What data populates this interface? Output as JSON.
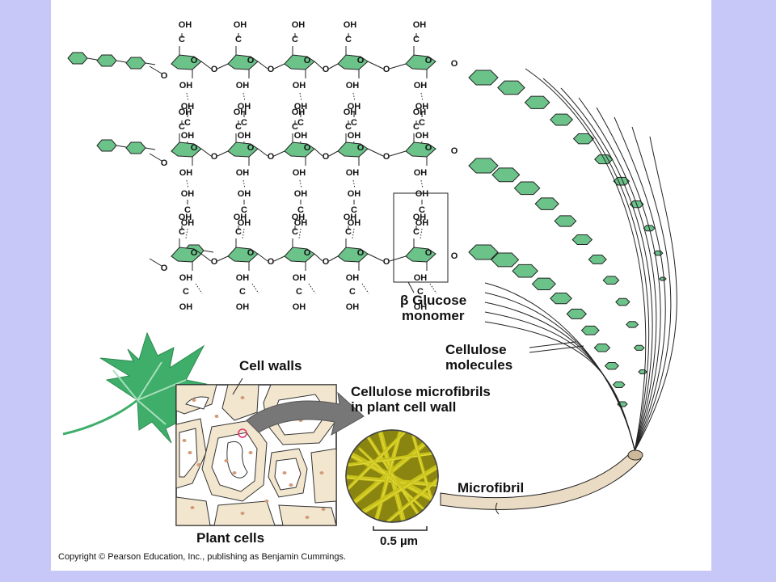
{
  "labels": {
    "beta_glucose_line1": "β Glucose",
    "beta_glucose_line2": "monomer",
    "cellulose_molecules_line1": "Cellulose",
    "cellulose_molecules_line2": "molecules",
    "cell_walls": "Cell walls",
    "microfibrils_line1": "Cellulose microfibrils",
    "microfibrils_line2": "in plant cell wall",
    "microfibril": "Microfibril",
    "plant_cells": "Plant cells",
    "scale_bar": "0.5 µm"
  },
  "chem": {
    "oh": "OH",
    "c": "C",
    "o": "O"
  },
  "copyright": "Copyright © Pearson Education, Inc., publishing as Benjamin Cummings.",
  "colors": {
    "background": "#c8c8f8",
    "glucose_ring": "#6cc38a",
    "leaf": "#3fae6a",
    "cell_wall": "#f3e6cf",
    "micrograph": "#c9c21a",
    "arrow": "#777777"
  }
}
